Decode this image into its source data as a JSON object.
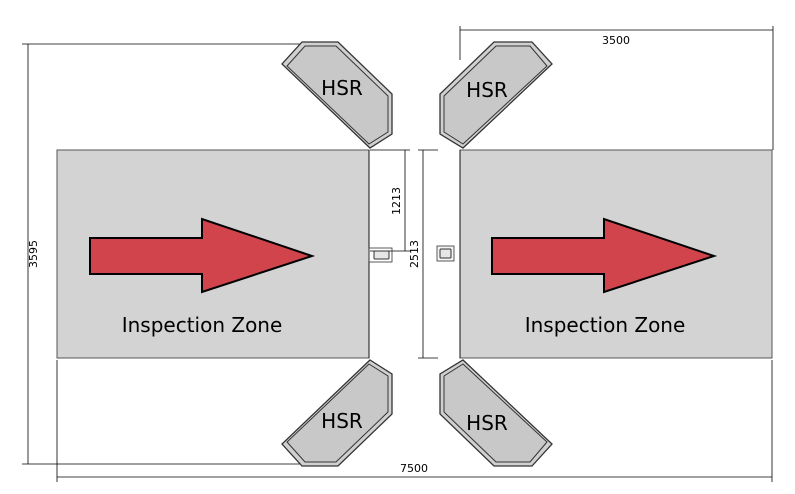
{
  "zones": [
    {
      "label": "Inspection Zone"
    },
    {
      "label": "Inspection Zone"
    }
  ],
  "hsr": {
    "top_left": "HSR",
    "top_right": "HSR",
    "bottom_left": "HSR",
    "bottom_right": "HSR"
  },
  "dimensions": {
    "overall_width": "7500",
    "overall_height": "3595",
    "zone_width": "3500",
    "gap_height": "2513",
    "sensor_offset": "1213"
  },
  "colors": {
    "zone_fill": "#d3d3d3",
    "arrow_fill": "#d1444b",
    "hsr_fill": "#d0d0d0"
  }
}
